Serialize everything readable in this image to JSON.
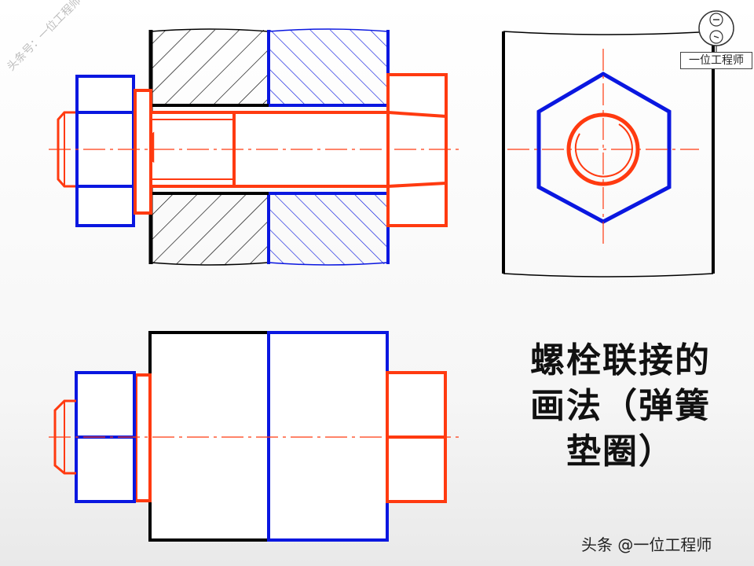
{
  "title": {
    "lines": [
      "螺栓联接的",
      "画法（弹簧",
      "垫圈）"
    ]
  },
  "source_mark": "头条 @一位工程师",
  "watermark": "头条号：一位工程师",
  "logo": {
    "label": "一位工程师",
    "icon": "seal-logo-icon"
  },
  "colors": {
    "bolt": "#ff3a10",
    "nut": "#0a17e0",
    "plate": "#000000",
    "centerline": "#ff3a10"
  }
}
